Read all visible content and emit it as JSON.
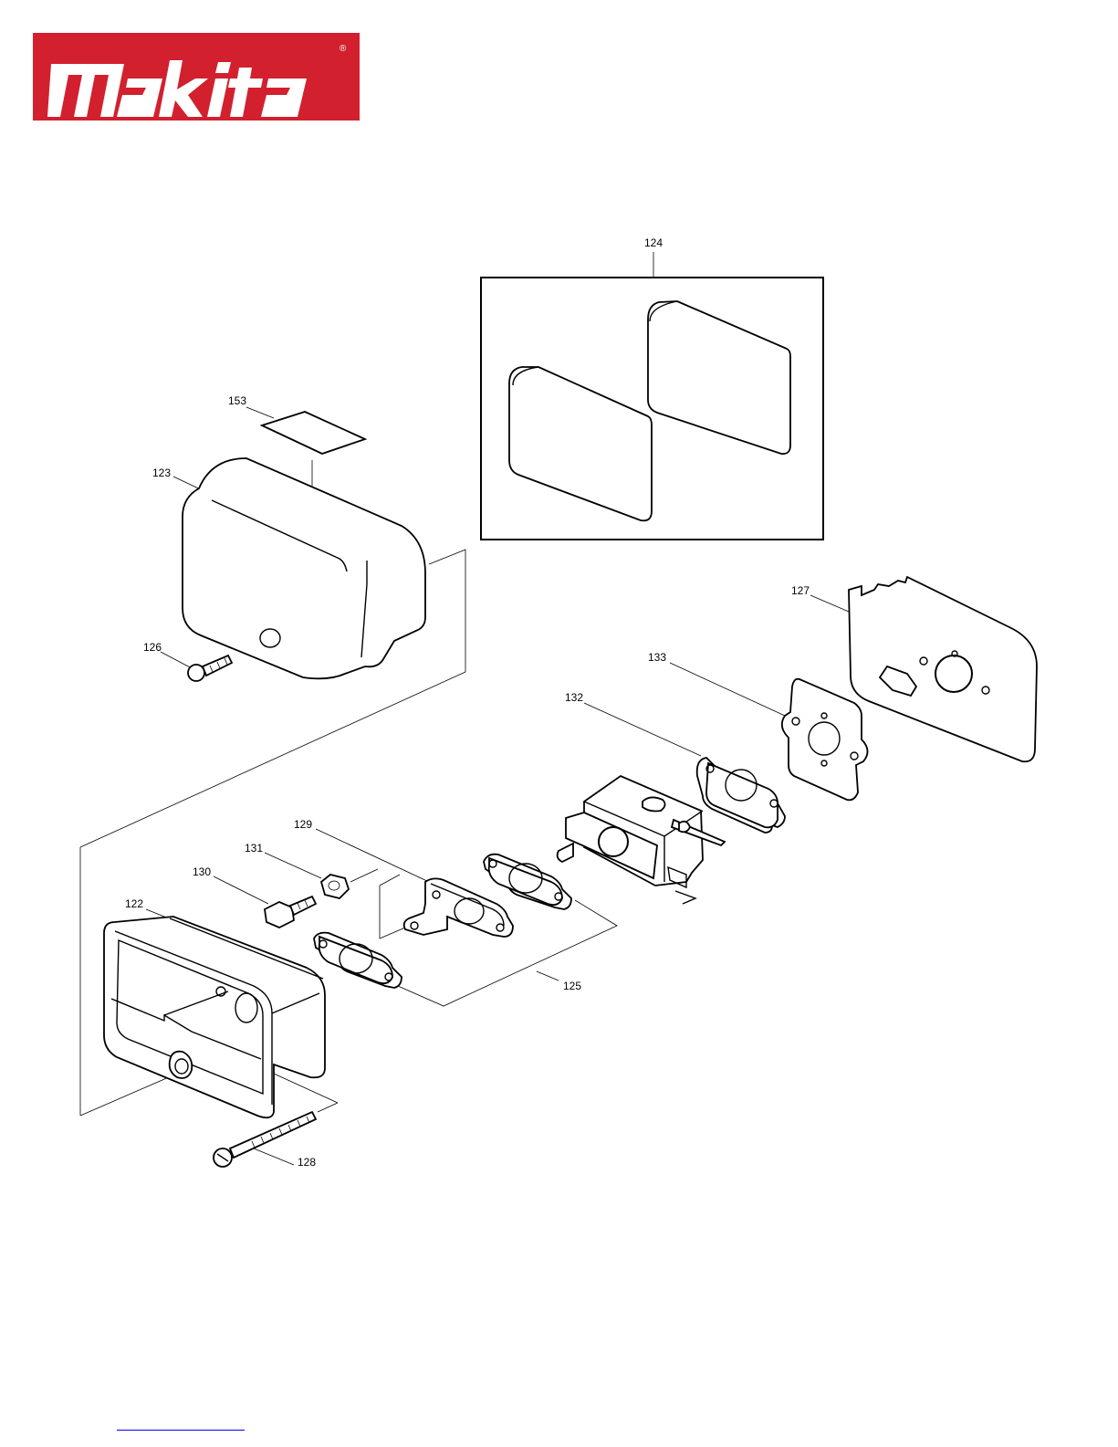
{
  "brand": {
    "name": "makita",
    "registered_mark": "®",
    "logo_bg": "#d2202f",
    "logo_fg": "#ffffff"
  },
  "callouts": [
    {
      "id": "124",
      "label": "124"
    },
    {
      "id": "153",
      "label": "153"
    },
    {
      "id": "123",
      "label": "123"
    },
    {
      "id": "126",
      "label": "126"
    },
    {
      "id": "127",
      "label": "127"
    },
    {
      "id": "133",
      "label": "133"
    },
    {
      "id": "132",
      "label": "132"
    },
    {
      "id": "129",
      "label": "129"
    },
    {
      "id": "131",
      "label": "131"
    },
    {
      "id": "130",
      "label": "130"
    },
    {
      "id": "122",
      "label": "122"
    },
    {
      "id": "125",
      "label": "125"
    },
    {
      "id": "128",
      "label": "128"
    }
  ],
  "colors": {
    "line": "#000000",
    "paper": "#ffffff",
    "link_underline": "#0000ee"
  }
}
